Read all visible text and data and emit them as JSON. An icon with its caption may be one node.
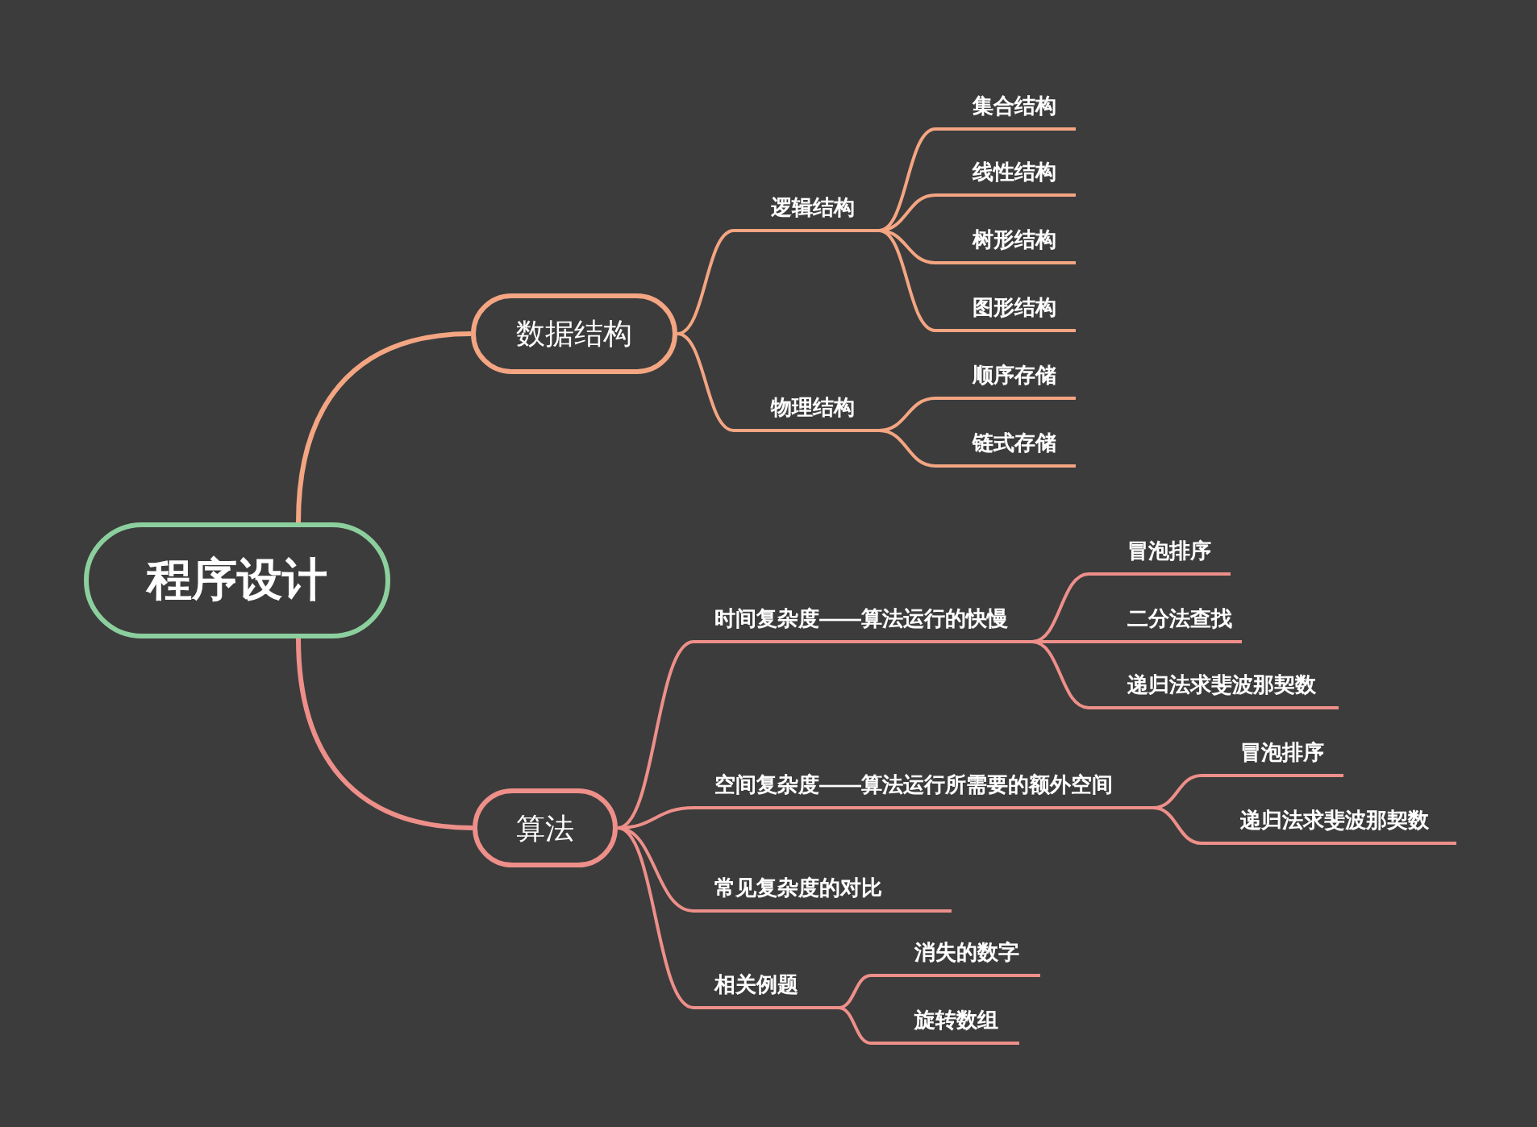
{
  "diagram": {
    "nodes": [
      {
        "text": [
          "程序设计"
        ]
      },
      {
        "text": [
          "数据结构"
        ]
      },
      {
        "text": [
          "逻辑结构"
        ]
      },
      {
        "text": [
          "集合结构"
        ]
      },
      {
        "text": [
          "线性结构"
        ]
      },
      {
        "text": [
          "树形结构"
        ]
      },
      {
        "text": [
          "图形结构"
        ]
      },
      {
        "text": [
          "物理结构"
        ]
      },
      {
        "text": [
          "顺序存储"
        ]
      },
      {
        "text": [
          "链式存储"
        ]
      },
      {
        "text": [
          "算法"
        ]
      },
      {
        "text": [
          "时间复杂度——算法运行的快慢"
        ]
      },
      {
        "text": [
          "冒泡排序"
        ]
      },
      {
        "text": [
          "二分法查找"
        ]
      },
      {
        "text": [
          "递归法求斐波那契数"
        ]
      },
      {
        "text": [
          "空间复杂度——算法运行所需要的额外空间"
        ]
      },
      {
        "text": [
          "冒泡排序"
        ]
      },
      {
        "text": [
          "递归法求斐波那契数"
        ]
      },
      {
        "text": [
          "常见复杂度的对比"
        ]
      },
      {
        "text": [
          "相关例题"
        ]
      },
      {
        "text": [
          "消失的数字"
        ]
      },
      {
        "text": [
          "旋转数组"
        ]
      }
    ],
    "edges": [
      {
        "from": 0,
        "to": 1,
        "arrow": "none",
        "color": "#f4a582"
      },
      {
        "from": 1,
        "to": 2,
        "arrow": "none",
        "color": "#f4a582"
      },
      {
        "from": 2,
        "to": 3,
        "arrow": "none",
        "color": "#f4a582"
      },
      {
        "from": 2,
        "to": 4,
        "arrow": "none",
        "color": "#f4a582"
      },
      {
        "from": 2,
        "to": 5,
        "arrow": "none",
        "color": "#f4a582"
      },
      {
        "from": 2,
        "to": 6,
        "arrow": "none",
        "color": "#f4a582"
      },
      {
        "from": 1,
        "to": 7,
        "arrow": "none",
        "color": "#f4a582"
      },
      {
        "from": 7,
        "to": 8,
        "arrow": "none",
        "color": "#f4a582"
      },
      {
        "from": 7,
        "to": 9,
        "arrow": "none",
        "color": "#f4a582"
      },
      {
        "from": 0,
        "to": 10,
        "arrow": "none"
      },
      {
        "from": 10,
        "to": 11,
        "arrow": "none"
      },
      {
        "from": 11,
        "to": 12,
        "arrow": "none"
      },
      {
        "from": 11,
        "to": 13,
        "arrow": "none"
      },
      {
        "from": 11,
        "to": 14,
        "arrow": "none"
      },
      {
        "from": 10,
        "to": 15,
        "arrow": "none"
      },
      {
        "from": 15,
        "to": 16,
        "arrow": "none"
      },
      {
        "from": 15,
        "to": 17,
        "arrow": "none"
      },
      {
        "from": 10,
        "to": 18,
        "arrow": "none"
      },
      {
        "from": 10,
        "to": 19,
        "arrow": "none"
      },
      {
        "from": 19,
        "to": 20,
        "arrow": "none"
      },
      {
        "from": 19,
        "to": 21,
        "arrow": "none"
      }
    ]
  }
}
